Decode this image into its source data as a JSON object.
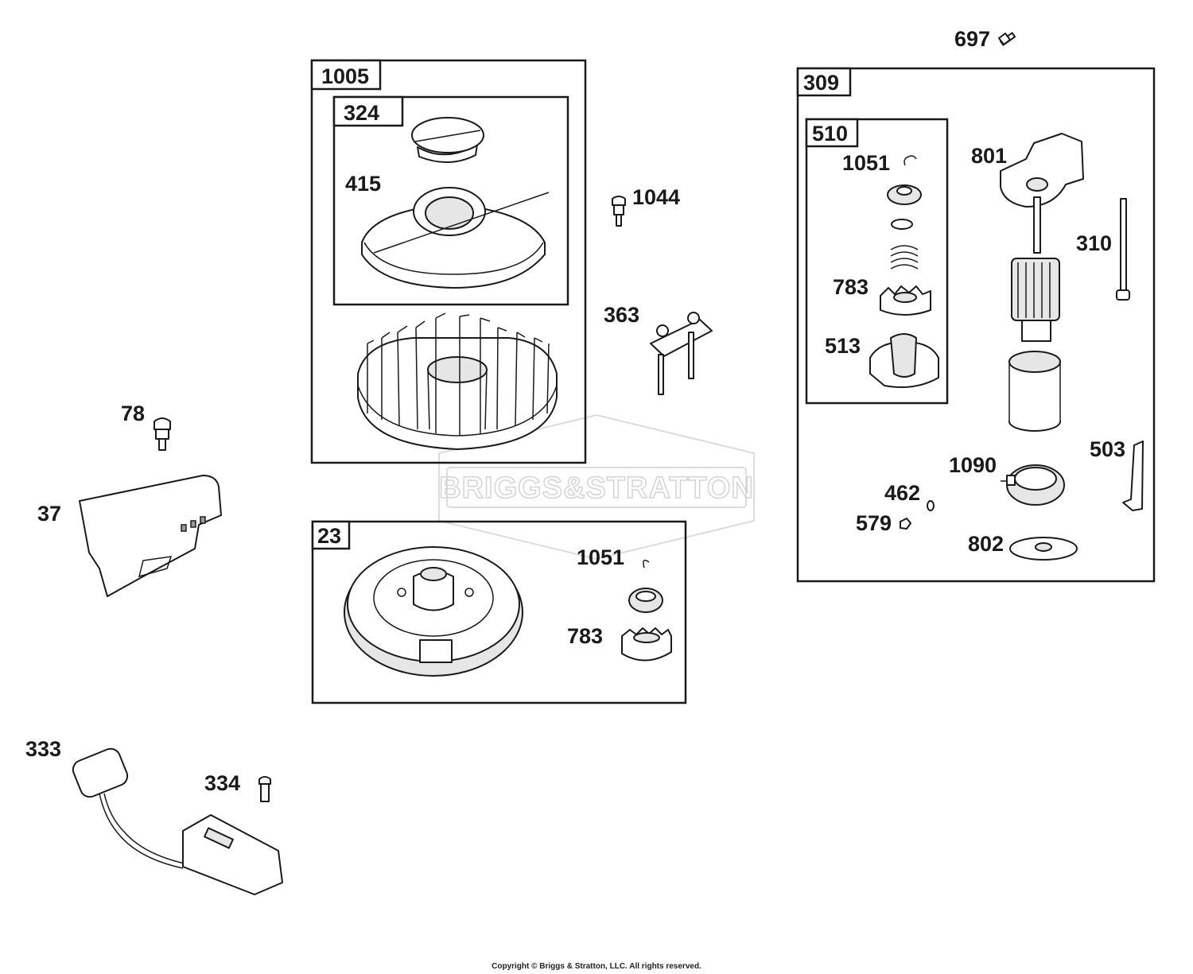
{
  "diagram": {
    "watermark": "BRIGGS&STRATTON",
    "copyright": "Copyright © Briggs & Stratton, LLC. All rights reserved.",
    "assemblies": [
      {
        "id": "1005"
      },
      {
        "id": "324"
      },
      {
        "id": "23"
      },
      {
        "id": "309"
      },
      {
        "id": "510"
      }
    ],
    "callouts": [
      {
        "part": "697"
      },
      {
        "part": "415"
      },
      {
        "part": "1044"
      },
      {
        "part": "363"
      },
      {
        "part": "78"
      },
      {
        "part": "37"
      },
      {
        "part": "1051"
      },
      {
        "part": "783"
      },
      {
        "part": "333"
      },
      {
        "part": "334"
      },
      {
        "part": "1051"
      },
      {
        "part": "783"
      },
      {
        "part": "513"
      },
      {
        "part": "801"
      },
      {
        "part": "310"
      },
      {
        "part": "503"
      },
      {
        "part": "1090"
      },
      {
        "part": "462"
      },
      {
        "part": "579"
      },
      {
        "part": "802"
      }
    ]
  }
}
